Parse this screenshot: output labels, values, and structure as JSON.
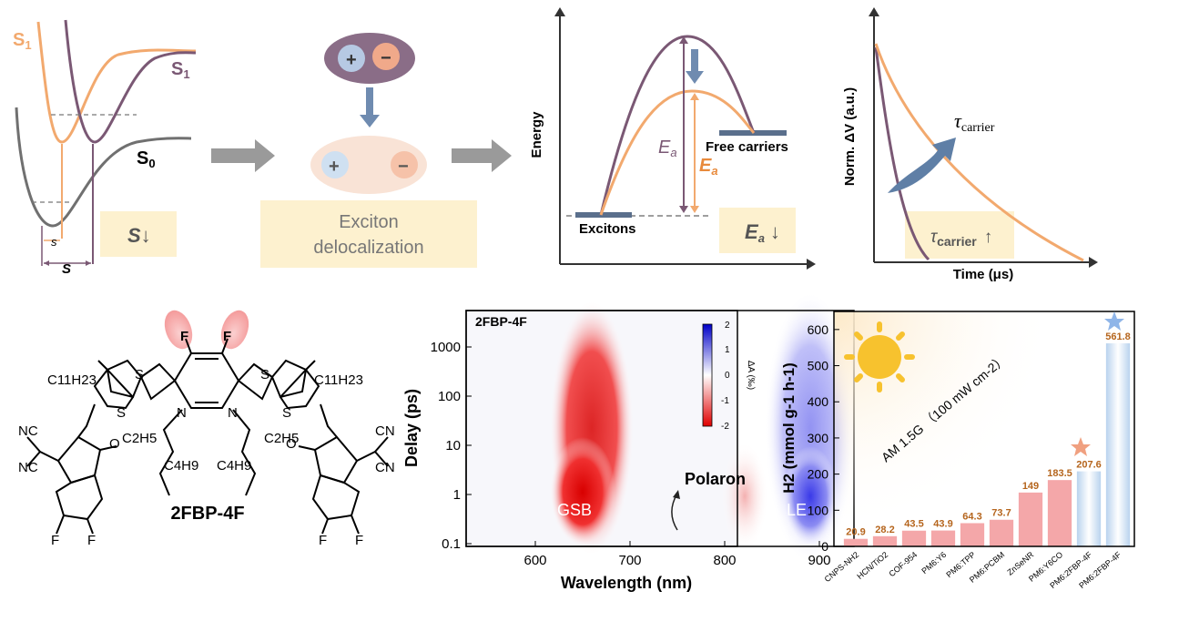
{
  "panel_potential": {
    "s1_left": "S",
    "s1_left_sub": "1",
    "s1_right": "S",
    "s1_right_sub": "1",
    "s0": "S",
    "s0_sub": "0",
    "small_s": "s",
    "big_s": "S",
    "box_label": "S↓",
    "colors": {
      "orange": "#f2a96e",
      "purple": "#7a5874",
      "gray": "#6e6e6e"
    }
  },
  "panel_exciton": {
    "plus": "+",
    "minus": "−",
    "box_line1": "Exciton",
    "box_line2": "delocalization"
  },
  "panel_energy": {
    "ylabel": "Energy",
    "free_carriers": "Free carriers",
    "excitons": "Excitons",
    "ea_purple": "E",
    "ea_orange": "E",
    "ea_sub": "a",
    "box_label": "E",
    "box_sub": "a",
    "box_arrow": "↓"
  },
  "panel_decay": {
    "ylabel": "Norm. ΔV (a.u.)",
    "xlabel": "Time (μs)",
    "tau_label": "τ",
    "tau_sub": "carrier",
    "box_tau": "τ",
    "box_sub": "carrier",
    "box_arrow": "↑"
  },
  "molecule": {
    "name": "2FBP-4F",
    "labels": [
      "C11H23",
      "C11H23",
      "C2H5",
      "C2H5",
      "C4H9",
      "C4H9",
      "NC",
      "NC",
      "CN",
      "CN",
      "F",
      "F",
      "F",
      "F",
      "F",
      "F",
      "S",
      "S",
      "S",
      "S",
      "N",
      "N",
      "O",
      "O"
    ]
  },
  "heatmap": {
    "title": "2FBP-4F",
    "xlabel": "Wavelength (nm)",
    "ylabel": "Delay (ps)",
    "xticks": [
      "600",
      "700",
      "800",
      "900"
    ],
    "yticks": [
      "0.1",
      "1",
      "10",
      "100",
      "1000"
    ],
    "colorbar_ticks": [
      "2",
      "1",
      "0",
      "-1",
      "-2"
    ],
    "colorbar_label": "ΔA (‰)",
    "ann_gsb": "GSB",
    "ann_polaron": "Polaron",
    "ann_le": "LE"
  },
  "chart_data": {
    "type": "bar",
    "categories": [
      "CNPS-NH2",
      "HCN/TiO2",
      "COF-954",
      "PM6:Y6",
      "PM6:TPP",
      "PM6:PCBM",
      "ZnSeNR",
      "PM6:Y6CO",
      "PM6:2FBP-4F",
      "PM6:2FBP-4F"
    ],
    "values": [
      20.9,
      28.2,
      43.5,
      43.9,
      64.3,
      73.7,
      149,
      183.5,
      207.6,
      561.8
    ],
    "value_labels": [
      "20.9",
      "28.2",
      "43.5",
      "43.9",
      "64.3",
      "73.7",
      "149",
      "183.5",
      "207.6",
      "561.8"
    ],
    "ylabel": "H2 (mmol g-1 h-1)",
    "ylim": [
      0,
      650
    ],
    "yticks": [
      "0",
      "100",
      "200",
      "300",
      "400",
      "500",
      "600"
    ],
    "annotation": "AM 1.5G （100 mW cm-2）",
    "colors": {
      "pink": "#f4a7a9",
      "blue": "#a9c7e6",
      "value_label": "#b5651d"
    }
  }
}
